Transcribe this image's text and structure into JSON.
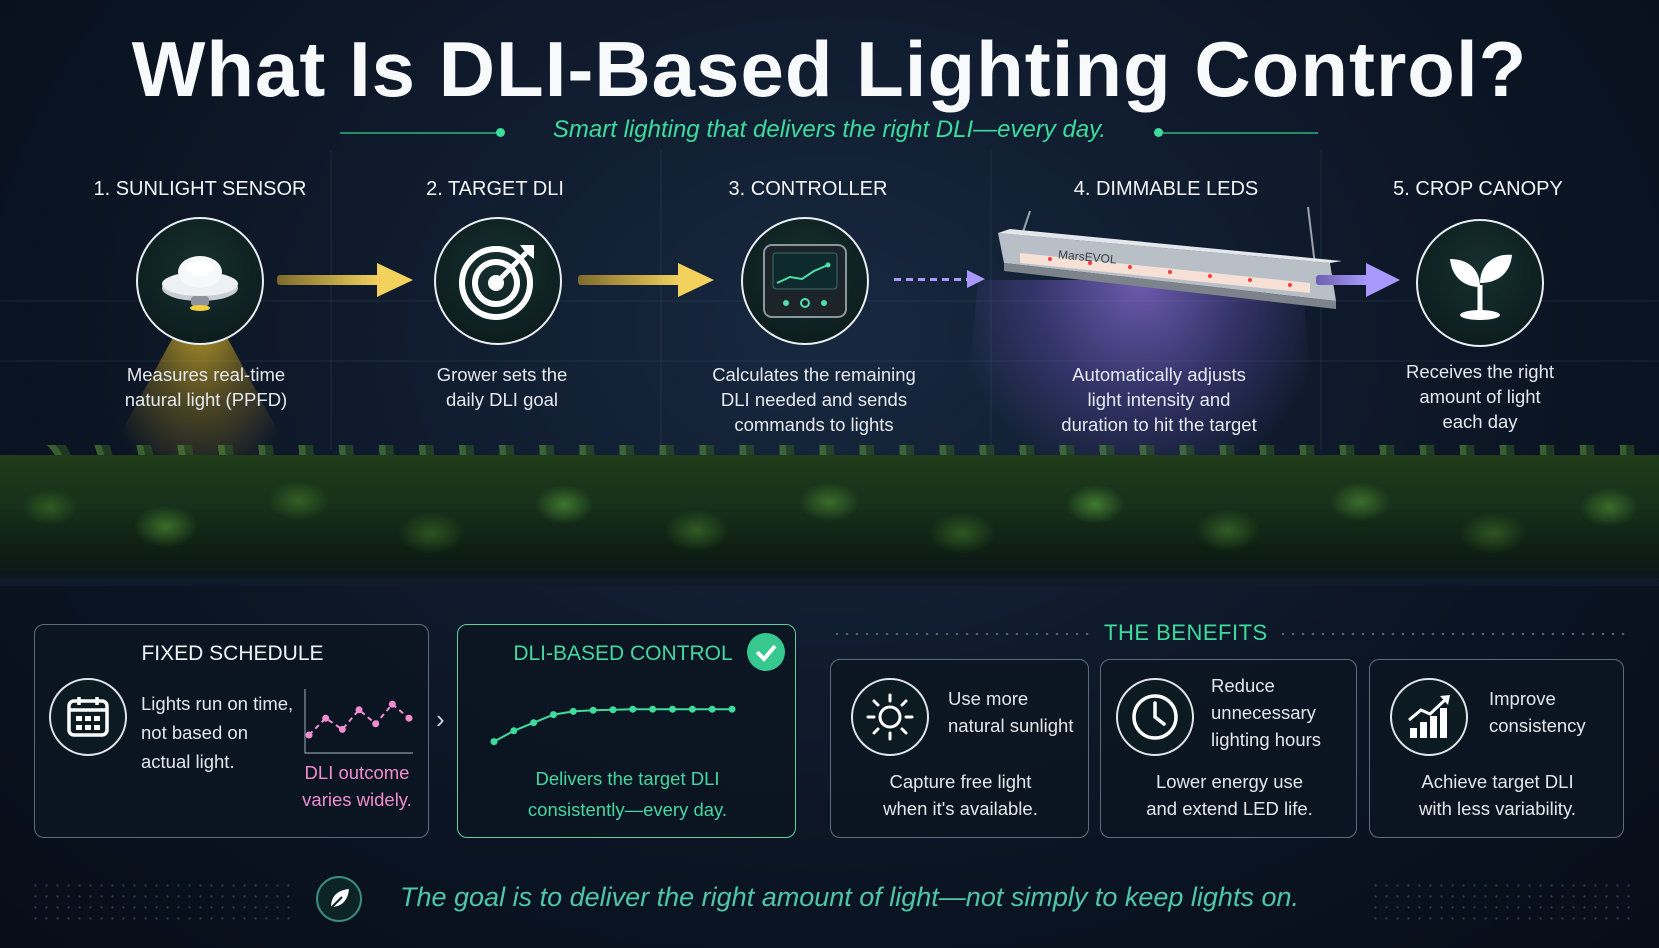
{
  "title": "What Is DLI-Based Lighting Control?",
  "subtitle": "Smart lighting that delivers the right DLI—every day.",
  "steps": [
    {
      "label": "1. SUNLIGHT SENSOR",
      "desc_lines": [
        "Measures real-time",
        "natural light (PPFD)"
      ]
    },
    {
      "label": "2. TARGET DLI",
      "desc_lines": [
        "Grower sets the",
        "daily DLI goal"
      ]
    },
    {
      "label": "3. CONTROLLER",
      "desc_lines": [
        "Calculates the remaining",
        "DLI needed and sends",
        "commands to lights"
      ]
    },
    {
      "label": "4. DIMMABLE LEDS",
      "desc_lines": [
        "Automatically adjusts",
        "light intensity and",
        "duration to hit the target"
      ]
    },
    {
      "label": "5. CROP CANOPY",
      "desc_lines": [
        "Receives the right",
        "amount of light",
        "each day"
      ]
    }
  ],
  "fixture_brand": "MarsEVOL",
  "fixed_schedule": {
    "title": "FIXED SCHEDULE",
    "text_lines": [
      "Lights run on time,",
      "not based on",
      "actual light."
    ],
    "outcome_lines": [
      "DLI outcome",
      "varies widely."
    ],
    "trend": [
      0.25,
      0.55,
      0.35,
      0.7,
      0.45,
      0.8,
      0.55
    ]
  },
  "dli_control": {
    "title": "DLI-BASED CONTROL",
    "text_lines": [
      "Delivers the target DLI",
      "consistently—every day."
    ],
    "trend": [
      0.1,
      0.3,
      0.45,
      0.6,
      0.66,
      0.68,
      0.69,
      0.7,
      0.7,
      0.7,
      0.7,
      0.7,
      0.7
    ]
  },
  "benefits_header": "THE BENEFITS",
  "benefits": [
    {
      "icon": "sun-icon",
      "title_lines": [
        "Use more",
        "natural sunlight"
      ],
      "desc_lines": [
        "Capture free light",
        "when it's available."
      ]
    },
    {
      "icon": "clock-icon",
      "title_lines": [
        "Reduce",
        "unnecessary",
        "lighting hours"
      ],
      "desc_lines": [
        "Lower energy use",
        "and extend LED life."
      ]
    },
    {
      "icon": "chart-up-icon",
      "title_lines": [
        "Improve",
        "consistency"
      ],
      "desc_lines": [
        "Achieve target DLI",
        "with less variability."
      ]
    }
  ],
  "goal": "The goal is to deliver the right amount of light—not simply to keep lights on.",
  "colors": {
    "accent_green": "#3ddc9c",
    "arrow_yellow": "#f2d15c",
    "arrow_purple": "#a999ff",
    "pink": "#f08ccf"
  }
}
